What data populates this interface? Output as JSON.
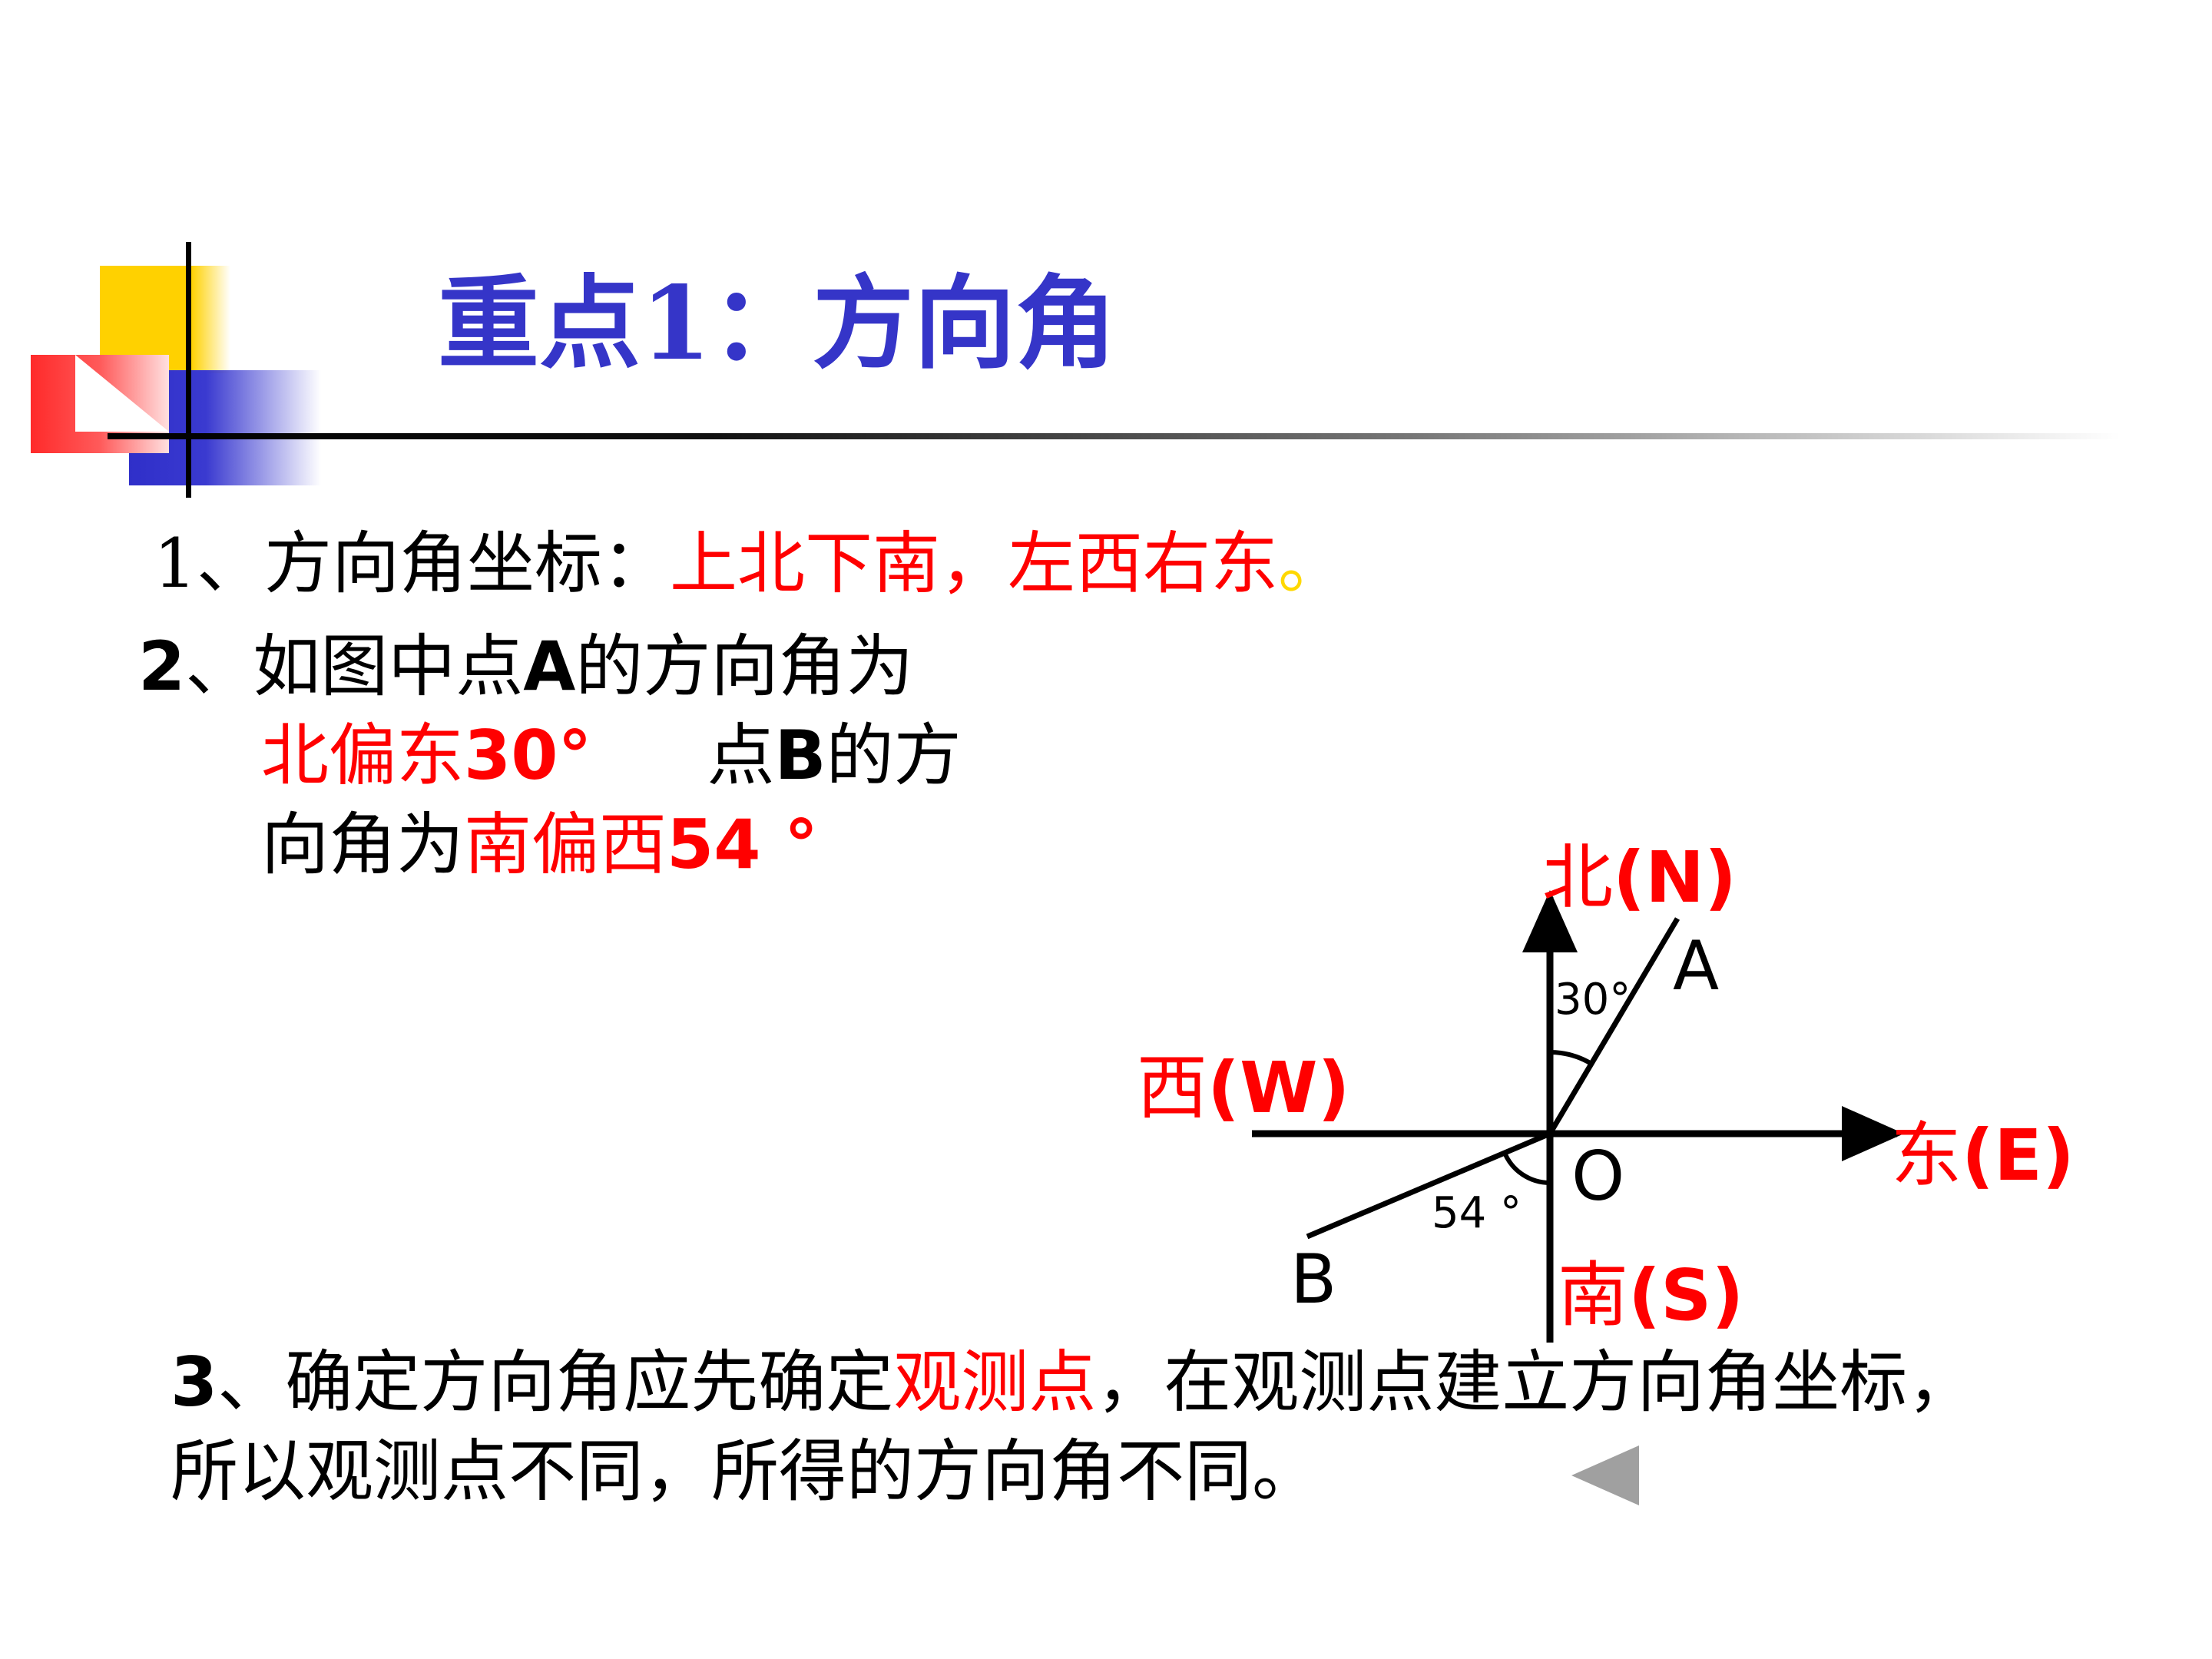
{
  "title": "重点1：方向角",
  "point1": {
    "prefix": "1、方向角坐标：",
    "highlight": "上北下南，左西右东",
    "end": "。"
  },
  "point2": {
    "num": "2",
    "line1": "、如图中点",
    "pointA": "A",
    "line1_end": "的方向角为",
    "answer_a_text": "北偏东",
    "answer_a_num": "30°",
    "line2_mid": "点",
    "pointB": "B",
    "line2_end": "的方",
    "line3_start": "向角为",
    "answer_b_text": "南偏西",
    "answer_b_num": "54 °"
  },
  "point3": {
    "num": "3",
    "line1_a": "、确定方向角应先确定",
    "highlight": "观测点",
    "line1_b": "，在观测点建立方向角坐标，",
    "line2": "所以观测点不同，所得的方向角不同。"
  },
  "diagram": {
    "north_cn": "北",
    "north_en": "(N)",
    "south_cn": "南",
    "south_en": "(S)",
    "east_cn": "东",
    "east_en": "(E)",
    "west_cn": "西",
    "west_en": "(W)",
    "origin": "O",
    "point_a": "A",
    "point_b": "B",
    "angle_a": "30°",
    "angle_b": "54 °"
  },
  "icons": {
    "back": "triangle-left-icon"
  },
  "colors": {
    "title": "#3535c8",
    "highlight": "#ff0000",
    "dot": "#ffd800",
    "back": "#a0a0a0"
  }
}
